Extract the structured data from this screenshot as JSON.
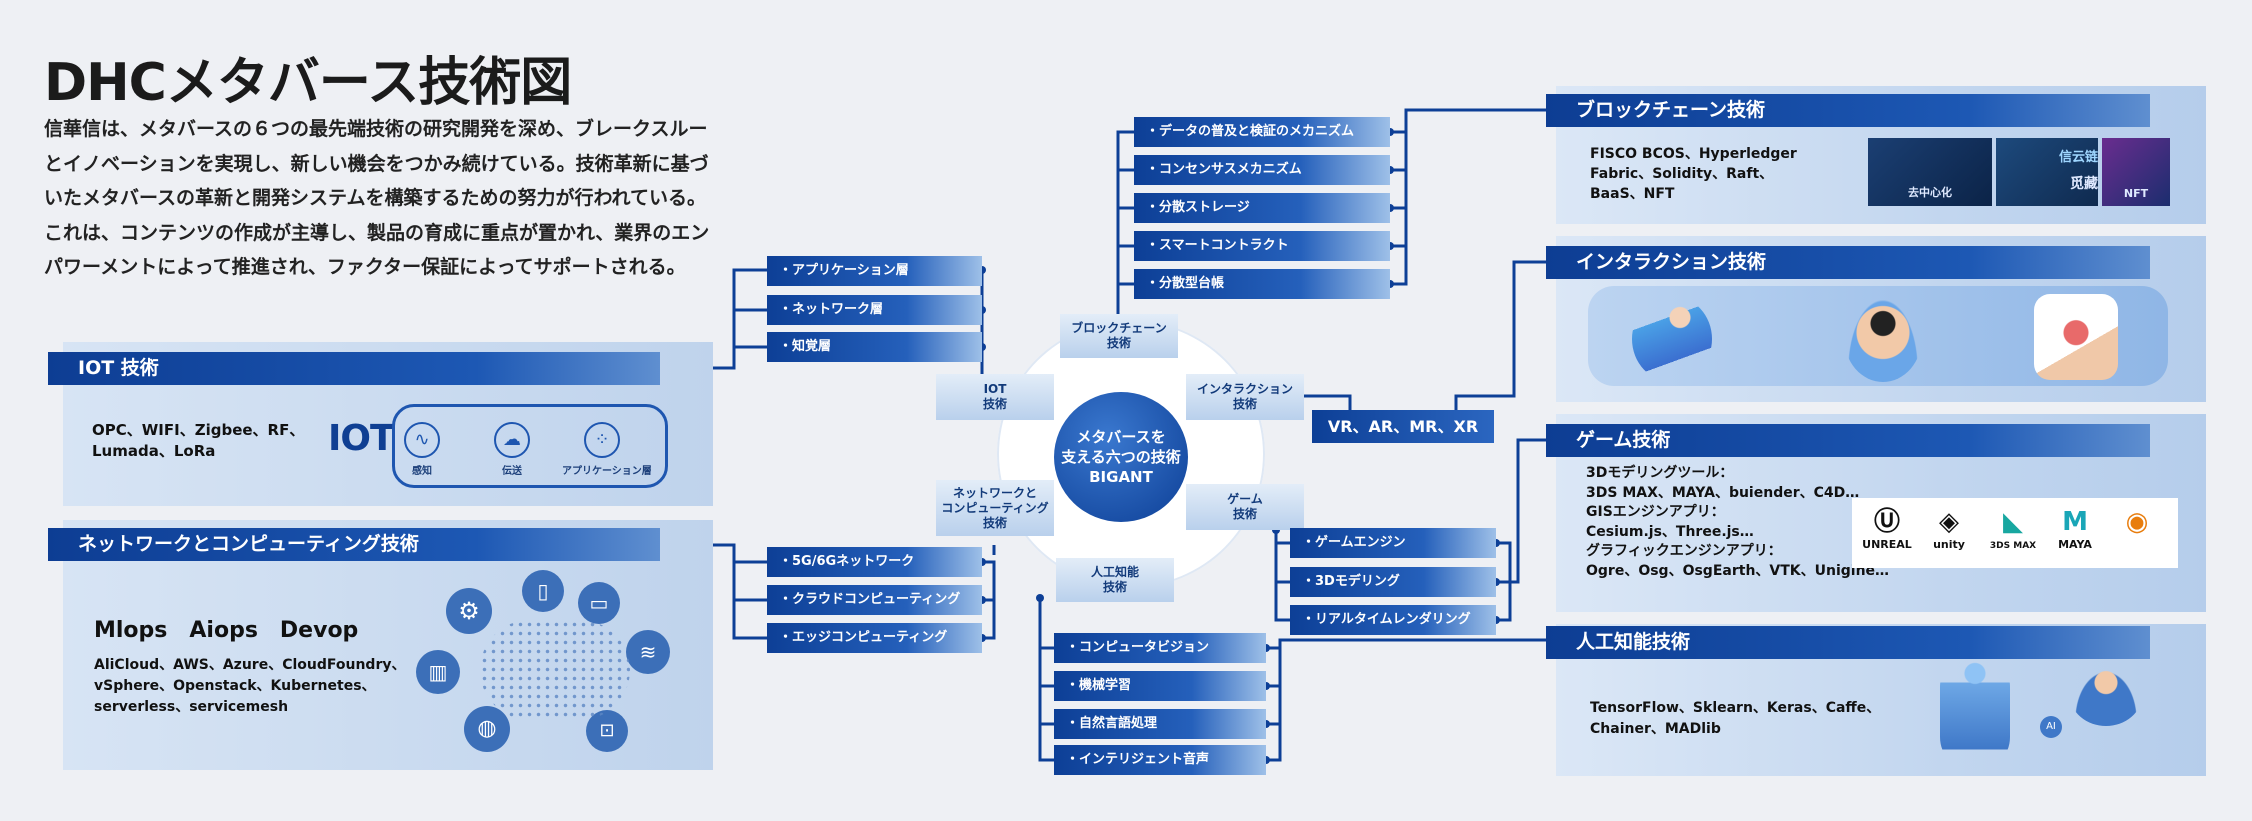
{
  "title": "DHCメタバース技術図",
  "intro": "信華信は、メタバースの６つの最先端技術の研究開発を深め、ブレークスルーとイノベーションを実現し、新しい機会をつかみ続けている。技術革新に基づいたメタバースの革新と開発システムを構築するための努力が行われている。これは、コンテンツの作成が主導し、製品の育成に重点が置かれ、業界のエンパワーメントによって推進され、ファクター保証によってサポートされる。",
  "center": {
    "line1": "メタバースを",
    "line2": "支える六つの技術",
    "line3": "BIGANT"
  },
  "nodes": {
    "blockchain": "ブロックチェーン\n技術",
    "interaction": "インタラクション\n技術",
    "game": "ゲーム\n技術",
    "ai": "人工知能\n技術",
    "network": "ネットワークと\nコンピューティング\n技術",
    "iot": "IOT\n技術"
  },
  "blockchain_items": [
    "データの普及と検証のメカニズム",
    "コンセンサスメカニズム",
    "分散ストレージ",
    "スマートコントラクト",
    "分散型台帳"
  ],
  "iot_items": [
    "アプリケーション層",
    "ネットワーク層",
    "知覚層"
  ],
  "network_items": [
    "5G/6Gネットワーク",
    "クラウドコンピューティング",
    "エッジコンピューティング"
  ],
  "game_items": [
    "ゲームエンジン",
    "3Dモデリング",
    "リアルタイムレンダリング"
  ],
  "ai_items": [
    "コンピュータビジョン",
    "機械学習",
    "自然言語処理",
    "インテリジェント音声"
  ],
  "xr_label": "VR、AR、MR、XR",
  "panels": {
    "iot": {
      "title": "IOT 技術",
      "text": "OPC、WIFI、Zigbee、RF、\nLumada、LoRa",
      "big": "IOT",
      "icons": [
        {
          "icon": "pulse-icon",
          "label": "感知"
        },
        {
          "icon": "cloud-icon",
          "label": "伝送"
        },
        {
          "icon": "grid-icon",
          "label": "アプリケーション層"
        }
      ]
    },
    "network": {
      "title": "ネットワークとコンピューティング技術",
      "big": "Mlops　Aiops　Devop",
      "text": "AliCloud、AWS、Azure、CloudFoundry、\nvSphere、Openstack、Kubernetes、\nserverless、servicemesh"
    },
    "blockchain": {
      "title": "ブロックチェーン技術",
      "text": "FISCO BCOS、Hyperledger\nFabric、Solidity、Raft、\nBaaS、NFT",
      "thumbs": [
        "去中心化",
        "觅藏",
        "NFT"
      ],
      "brand": "信云链"
    },
    "interaction": {
      "title": "インタラクション技術"
    },
    "game": {
      "title": "ゲーム技術",
      "text": "3Dモデリングツール：\n3DS MAX、MAYA、buiender、C4D…\nGISエンジンアプリ：\nCesium.js、Three.js…\nグラフィックエンジンアプリ：\nOgre、Osg、OsgEarth、VTK、Unigine…",
      "logos": [
        {
          "name": "UNREAL",
          "icon": "unreal-logo-icon"
        },
        {
          "name": "unity",
          "icon": "unity-logo-icon"
        },
        {
          "name": "3DS MAX",
          "icon": "3dsmax-logo-icon"
        },
        {
          "name": "MAYA",
          "icon": "maya-logo-icon"
        },
        {
          "name": "",
          "icon": "blender-logo-icon"
        }
      ]
    },
    "ai": {
      "title": "人工知能技術",
      "text": "TensorFlow、Sklearn、Keras、Caffe、\nChainer、MADlib"
    }
  }
}
